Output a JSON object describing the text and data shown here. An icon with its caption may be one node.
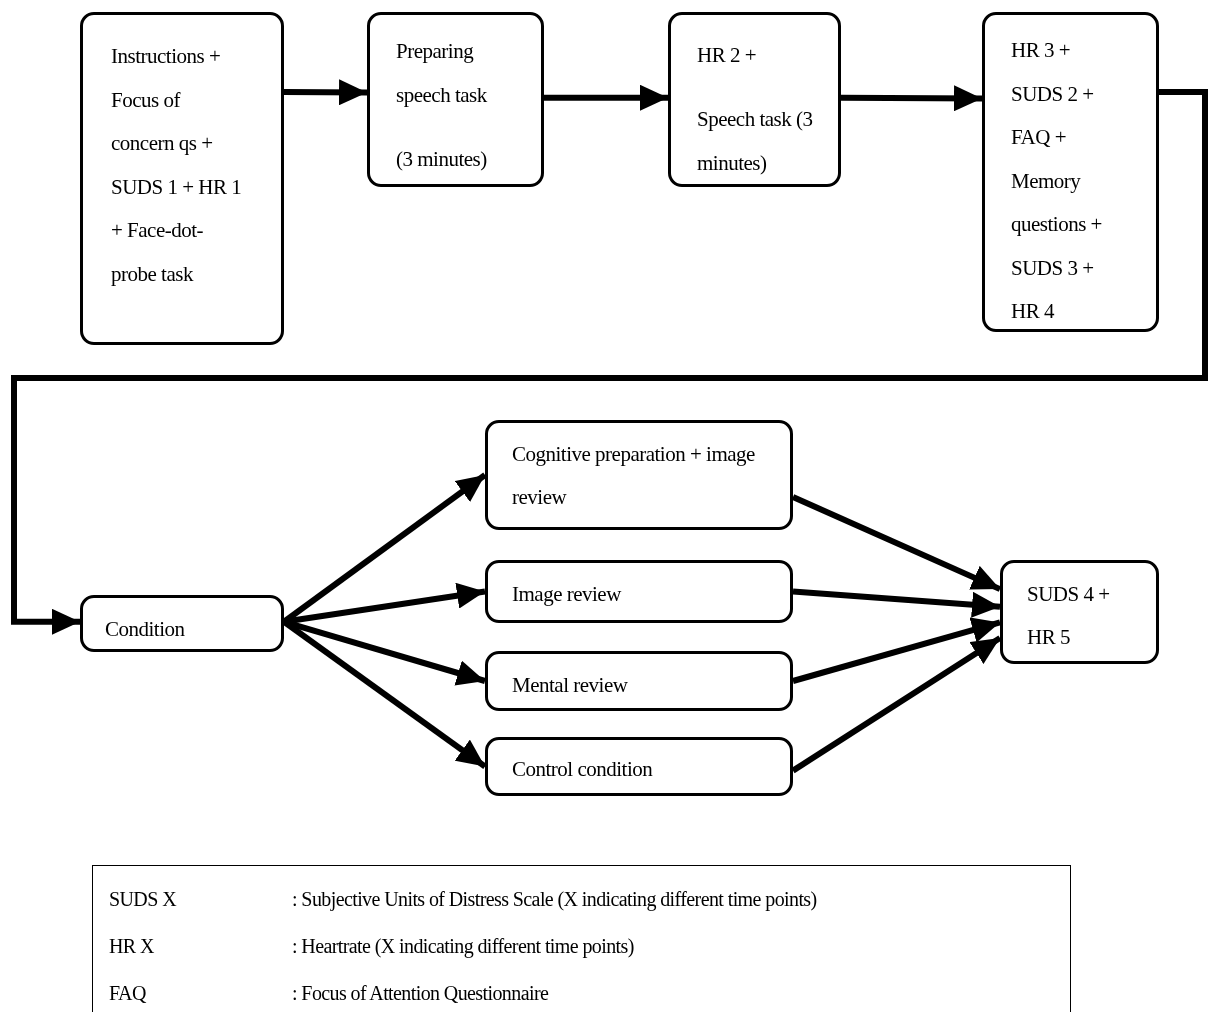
{
  "diagram": {
    "nodes": [
      {
        "text": [
          "Instructions + Focus of concern qs + SUDS 1 + HR 1 + Face-dot-probe task"
        ]
      },
      {
        "text": [
          "Preparing speech task",
          "(3 minutes)"
        ]
      },
      {
        "text": [
          "HR 2 +",
          "Speech task (3 minutes)"
        ]
      },
      {
        "text": [
          "HR 3 + SUDS 2 + FAQ + Memory questions + SUDS 3 + HR 4"
        ]
      },
      {
        "text": [
          "Condition"
        ]
      },
      {
        "text": [
          "Cognitive preparation + image review"
        ]
      },
      {
        "text": [
          "Image review"
        ]
      },
      {
        "text": [
          "Mental review"
        ]
      },
      {
        "text": [
          "Control condition"
        ]
      },
      {
        "text": [
          "SUDS 4 + HR 5"
        ]
      }
    ],
    "edges": [
      {
        "from": 0,
        "to": 1,
        "arrow": "to"
      },
      {
        "from": 1,
        "to": 2,
        "arrow": "to"
      },
      {
        "from": 2,
        "to": 3,
        "arrow": "to"
      },
      {
        "from": 3,
        "to": 4,
        "arrow": "to"
      },
      {
        "from": 4,
        "to": 5,
        "arrow": "to"
      },
      {
        "from": 4,
        "to": 6,
        "arrow": "to"
      },
      {
        "from": 4,
        "to": 7,
        "arrow": "to"
      },
      {
        "from": 4,
        "to": 8,
        "arrow": "to"
      },
      {
        "from": 5,
        "to": 9,
        "arrow": "to"
      },
      {
        "from": 6,
        "to": 9,
        "arrow": "to"
      },
      {
        "from": 7,
        "to": 9,
        "arrow": "to"
      },
      {
        "from": 8,
        "to": 9,
        "arrow": "to"
      }
    ],
    "labels": [
      "SUDS X",
      ": Subjective Units of Distress Scale (X indicating different time points)",
      "HR X",
      ": Heartrate (X indicating different time points)",
      "FAQ",
      ": Focus of Attention Questionnaire"
    ]
  }
}
